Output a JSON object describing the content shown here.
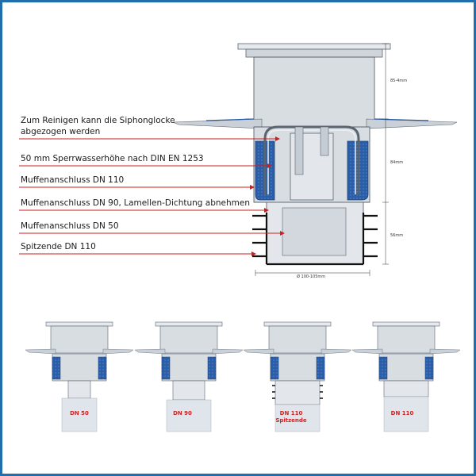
{
  "colors": {
    "frame": "#1f6fae",
    "water": "#2a5ea8",
    "body": "#d8dde2",
    "outline": "#5a6470",
    "arrow": "#cc1f1f",
    "caption": "#d32222"
  },
  "main_labels": [
    {
      "text": "Zum Reinigen kann die Siphonglocke"
    },
    {
      "text": "abgezogen werden"
    },
    {
      "text": "50 mm Sperrwasserhöhe nach DIN EN 1253"
    },
    {
      "text": "Muffenanschluss DN 110"
    },
    {
      "text": "Muffenanschluss DN 90, Lamellen-Dichtung abnehmen"
    },
    {
      "text": "Muffenanschluss DN 50"
    },
    {
      "text": "Spitzende DN 110"
    }
  ],
  "dimensions": {
    "top": "85-4mm",
    "middle": "84mm",
    "bottom": "56mm",
    "width": "Ø 100-105mm"
  },
  "variants": [
    {
      "caption": "DN 50",
      "caption2": ""
    },
    {
      "caption": "DN 90",
      "caption2": ""
    },
    {
      "caption": "DN 110",
      "caption2": "Spitzende"
    },
    {
      "caption": "DN 110",
      "caption2": ""
    }
  ]
}
